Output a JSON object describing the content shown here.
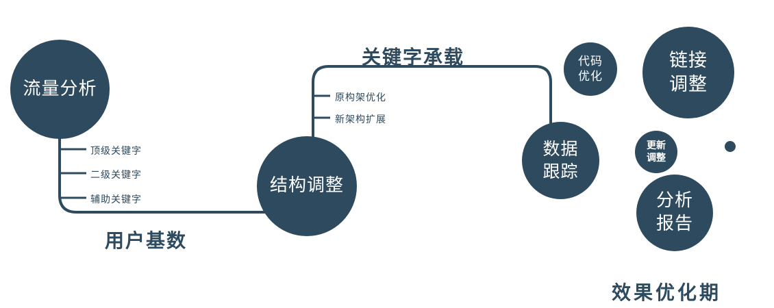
{
  "diagram": {
    "nodes": {
      "traffic_analysis": "流量分析",
      "structure_adjustment": "结构调整",
      "data_tracking": "数据\n跟踪",
      "code_optimization": "代码\n优化",
      "link_adjustment": "链接\n调整",
      "update_adjustment": "更新\n调整",
      "analysis_report": "分析\n报告"
    },
    "labels": {
      "user_base": "用户基数",
      "keyword_carrying": "关键字承载",
      "effect_period": "效果优化期"
    },
    "branch_labels": {
      "top_keywords": "顶级关键字",
      "second_keywords": "二级关键字",
      "auxiliary_keywords": "辅助关键字",
      "original_framework": "原构架优化",
      "new_framework": "新架构扩展"
    },
    "colors": {
      "primary": "#2e4a5e",
      "text_on_dark": "#ffffff",
      "background": "#ffffff"
    }
  }
}
